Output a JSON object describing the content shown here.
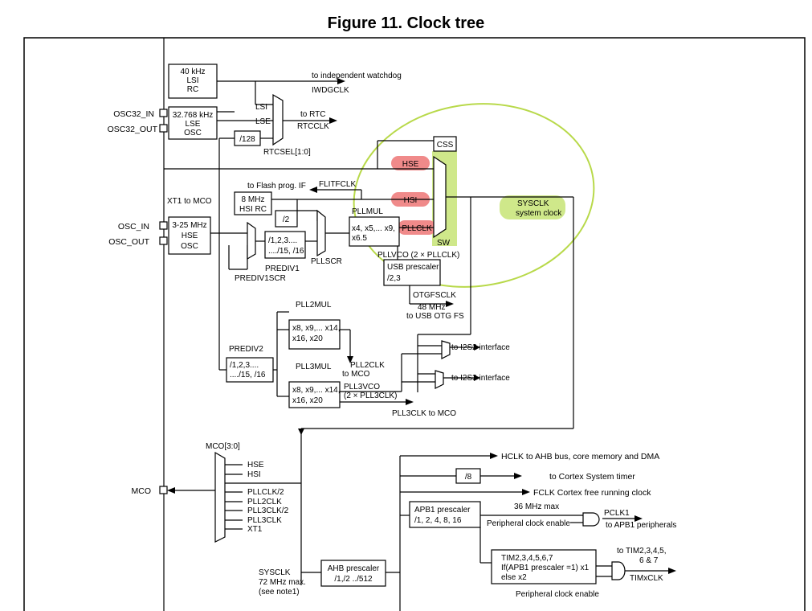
{
  "title": "Figure 11. Clock tree",
  "colors": {
    "highlight_red": "#f08a8a",
    "highlight_green": "#cfe88a",
    "circle": "#b8d94a"
  },
  "pins": {
    "osc32_in": "OSC32_IN",
    "osc32_out": "OSC32_OUT",
    "osc_in": "OSC_IN",
    "osc_out": "OSC_OUT",
    "mco": "MCO"
  },
  "blocks": {
    "lsi_rc": [
      "40 kHz",
      "LSI",
      "RC"
    ],
    "lse_osc": [
      "32.768 kHz",
      "LSE",
      "OSC"
    ],
    "div128": "/128",
    "hsi_rc": [
      "8 MHz",
      "HSI RC"
    ],
    "div2": "/2",
    "hse_osc": [
      "3-25 MHz",
      "HSE",
      "OSC"
    ],
    "prediv1": [
      "/1,2,3....",
      "..../15, /16"
    ],
    "pll": [
      "x4, x5,... x9,",
      "x6.5"
    ],
    "css": "CSS",
    "usb_prescaler": [
      "USB prescaler",
      "/2,3"
    ],
    "pll2": [
      "x8, x9,... x14,",
      "x16, x20"
    ],
    "prediv2": [
      "/1,2,3....",
      "..../15, /16"
    ],
    "pll3": [
      "x8, x9,... x14,",
      "x16, x20"
    ],
    "ahb_prescaler": [
      "AHB prescaler",
      "/1,/2 ../512"
    ],
    "div8": "/8",
    "apb1_prescaler": [
      "APB1 prescaler",
      "/1, 2, 4, 8, 16"
    ],
    "tim": [
      "TIM2,3,4,5,6,7",
      "If(APB1 prescaler =1) x1",
      "else x2"
    ]
  },
  "labels": {
    "iwdg": [
      "to independent watchdog",
      "IWDGCLK"
    ],
    "rtc": [
      "to RTC",
      "RTCCLK"
    ],
    "lsi_in": "LSI",
    "lse_in": "LSE",
    "rtcsel": "RTCSEL[1:0]",
    "flash": "to Flash prog. IF",
    "flitfclk": "FLITFCLK",
    "xt1": "XT1 to MCO",
    "pllmul": "PLLMUL",
    "hse": "HSE",
    "hsi": "HSI",
    "pllclk": "PLLCLK",
    "sw": "SW",
    "sysclk": [
      "SYSCLK",
      "system clock"
    ],
    "pllvco": "PLLVCO (2 × PLLCLK)",
    "pllscr": "PLLSCR",
    "prediv1": "PREDIV1",
    "prediv1scr": "PREDIV1SCR",
    "otgfsclk": "OTGFSCLK",
    "usb_otg": [
      "48 MHz",
      "to USB OTG FS"
    ],
    "pll2mul": "PLL2MUL",
    "prediv2": "PREDIV2",
    "pll2clk": [
      "PLL2CLK",
      "to MCO"
    ],
    "pll3mul": "PLL3MUL",
    "pll3vco": [
      "PLL3VCO",
      "(2 × PLL3CLK)"
    ],
    "pll3clk": "PLL3CLK to MCO",
    "i2s2": "to I2S2 interface",
    "i2s3": "to I2S3 interface",
    "mco_sel": "MCO[3:0]",
    "mco_inputs": [
      "HSE",
      "HSI",
      "PLLCLK/2",
      "PLL2CLK",
      "PLL3CLK/2",
      "PLL3CLK",
      "XT1"
    ],
    "hclk": "HCLK to AHB bus, core memory and DMA",
    "systimer": "to Cortex System timer",
    "fclk": "FCLK Cortex free running clock",
    "apb1_max": "36 MHz max",
    "pclk1": "PCLK1",
    "apb1_periph": "to APB1 peripherals",
    "periph_enable": "Peripheral clock enable",
    "tim_out": [
      "to TIM2,3,4,5,",
      "6 & 7"
    ],
    "timxclk": "TIMxCLK",
    "periph_enable2": "Peripheral clock enable",
    "sysclk_note": [
      "SYSCLK",
      "72 MHz max.",
      "(see note1)"
    ]
  }
}
